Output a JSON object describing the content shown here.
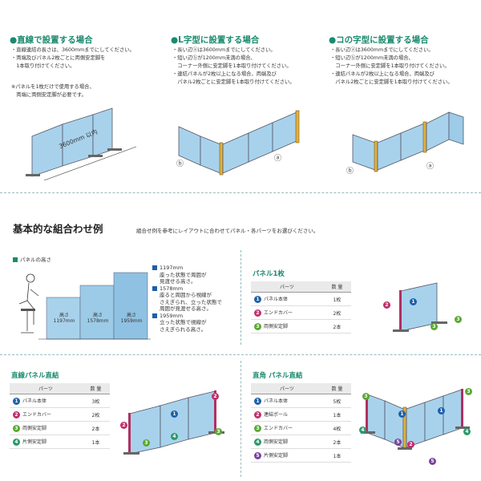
{
  "sections": {
    "straight": {
      "title": "●直線で設置する場合",
      "note1": "・直線連結の長さは、3600mmまでにしてください。",
      "note2": "・両端及びパネル2枚ごとに両側安定脚を\n　1本取り付けてください。",
      "note3": "※パネルを1枚だけで使用する場合、\n　両端に両側安定脚が必要です。",
      "dim": "3600mm 以内"
    },
    "lshape": {
      "title": "●L字型に設置する場合",
      "notes": "・長い辺ⓐは3600mmまでにしてください。\n・短い辺ⓑが1200mm未満の場合、\n　コーナー外側に安定脚を1本取り付けてください。\n・連結パネルが2枚以上になる場合、両端及び\n　パネル2枚ごとに安定脚を1本取り付けてください。",
      "label_a": "ⓐ",
      "label_b": "ⓑ"
    },
    "ushape": {
      "title": "●コの字型に設置する場合",
      "notes": "・長い辺ⓐは3600mmまでにしてください。\n・短い辺ⓑが1200mm未満の場合、\n　コーナー外側に安定脚を1本取り付けてください。\n・連結パネルが2枚以上になる場合、両端及び\n　パネル2枚ごとに安定脚を1本取り付けてください。",
      "label_a": "ⓐ",
      "label_b": "ⓑ"
    }
  },
  "basic": {
    "title": "基本的な組合わせ例",
    "subtitle": "組合せ例を参考にレイアウトに合わせてパネル・各パーツをお選びください。"
  },
  "height": {
    "title": "パネルの高さ",
    "bar1": "高さ\n1197mm",
    "bar2": "高さ\n1578mm",
    "bar3": "高さ\n1959mm",
    "desc1_h": "1197mm",
    "desc1": "座った状態で周囲が\n見渡せる高さ。",
    "desc2_h": "1578mm",
    "desc2": "座ると周囲から視線が\nさえぎられ、立った状態で\n周囲が見渡せる高さ。",
    "desc3_h": "1959mm",
    "desc3": "立った状態で視線が\nさえぎられる高さ。"
  },
  "single": {
    "title": "パネル1枚",
    "head_parts": "パーツ",
    "head_qty": "数 量",
    "rows": [
      {
        "n": "1",
        "name": "パネル本体",
        "qty": "1枚"
      },
      {
        "n": "2",
        "name": "エンドカバー",
        "qty": "2枚"
      },
      {
        "n": "3",
        "name": "両側安定脚",
        "qty": "2本"
      }
    ]
  },
  "linear": {
    "title": "直線パネル直結",
    "head_parts": "パーツ",
    "head_qty": "数 量",
    "rows": [
      {
        "n": "1",
        "name": "パネル本体",
        "qty": "3枚"
      },
      {
        "n": "2",
        "name": "エンドカバー",
        "qty": "2枚"
      },
      {
        "n": "3",
        "name": "両側安定脚",
        "qty": "2本"
      },
      {
        "n": "4",
        "name": "片側安定脚",
        "qty": "1本"
      }
    ]
  },
  "corner": {
    "title": "直角 パネル直結",
    "head_parts": "パーツ",
    "head_qty": "数 量",
    "rows": [
      {
        "n": "1",
        "name": "パネル本体",
        "qty": "5枚"
      },
      {
        "n": "2",
        "name": "連結ポール",
        "qty": "1本"
      },
      {
        "n": "3",
        "name": "エンドカバー",
        "qty": "4枚"
      },
      {
        "n": "4",
        "name": "両側安定脚",
        "qty": "2本"
      },
      {
        "n": "5",
        "name": "片側安定脚",
        "qty": "1本"
      }
    ]
  },
  "badge_numbers": [
    "1",
    "2",
    "3",
    "4",
    "5"
  ]
}
